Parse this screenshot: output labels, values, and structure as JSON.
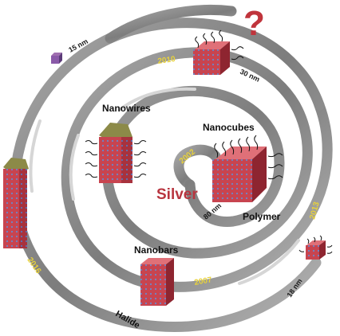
{
  "question_mark": "?",
  "center_label": "Silver",
  "shapes": {
    "nanowires": "Nanowires",
    "nanocubes": "Nanocubes",
    "nanobars": "Nanobars"
  },
  "ligands": {
    "polymer": "Polymer",
    "halide": "Halide"
  },
  "years": {
    "y2002": "2002",
    "y2010": "2010",
    "y2013": "2013",
    "y2016": "2016",
    "y2007": "2007"
  },
  "sizes": {
    "s80": "80 nm",
    "s30": "30 nm",
    "s18": "18 nm",
    "s15": "15 nm"
  },
  "colors": {
    "track": "#8f8f8f",
    "track_light": "#c4c4c4",
    "particle": "#c8444f",
    "particle_dark": "#8e2530",
    "tip_gold": "#8c8a48",
    "silver_text": "#b8353f",
    "question": "#c0343c",
    "year_text": "#e8d23a"
  }
}
